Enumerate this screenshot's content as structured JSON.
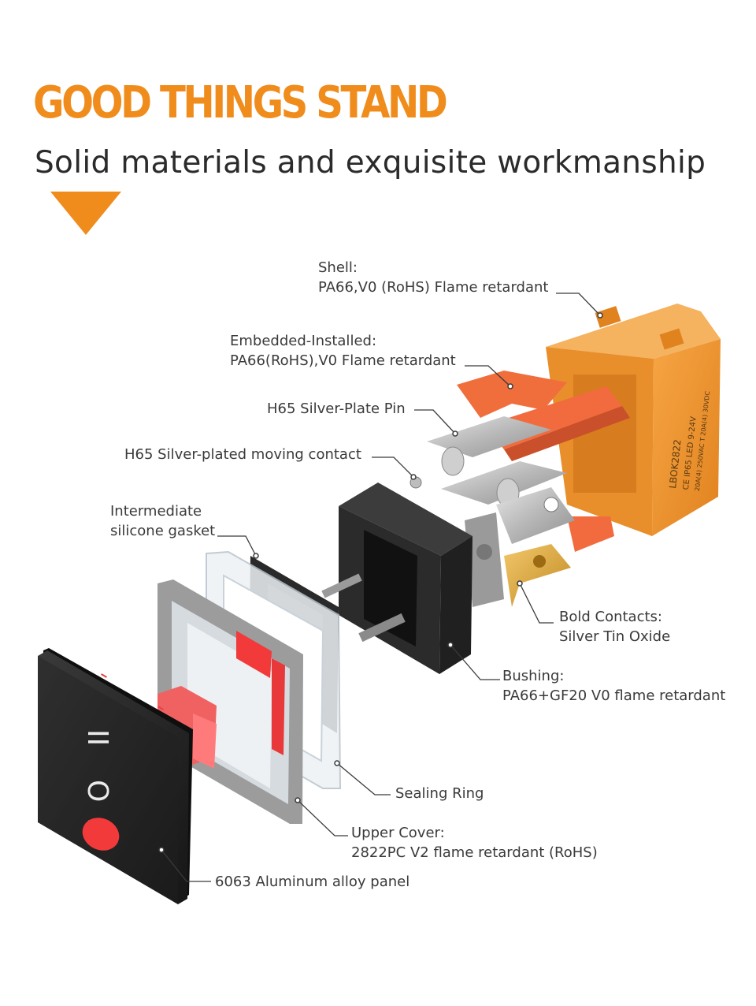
{
  "header": {
    "title": "GOOD THINGS STAND",
    "subtitle": "Solid materials and exquisite workmanship",
    "accent_color": "#f08c1c"
  },
  "switch_face": {
    "symbols": [
      "II",
      "O",
      "I"
    ]
  },
  "shell_print": {
    "line1": "LBOK2822",
    "line2": "CE IP65 LED 9-24V",
    "line3": "20A(4) 250VAC  T 20A(4) 30VDC"
  },
  "callouts": [
    {
      "id": "shell",
      "lines": [
        "Shell:",
        "PA66,V0 (RoHS) Flame retardant"
      ]
    },
    {
      "id": "embedded",
      "lines": [
        "Embedded-Installed:",
        "PA66(RoHS),V0 Flame retardant"
      ]
    },
    {
      "id": "pin",
      "lines": [
        "H65 Silver-Plate Pin"
      ]
    },
    {
      "id": "moving-contact",
      "lines": [
        "H65 Silver-plated moving contact"
      ]
    },
    {
      "id": "gasket",
      "lines": [
        "Intermediate",
        "silicone gasket"
      ]
    },
    {
      "id": "bold-contacts",
      "lines": [
        "Bold Contacts:",
        "Silver Tin Oxide"
      ]
    },
    {
      "id": "bushing",
      "lines": [
        "Bushing:",
        "PA66+GF20 V0 flame retardant"
      ]
    },
    {
      "id": "sealing-ring",
      "lines": [
        "Sealing Ring"
      ]
    },
    {
      "id": "upper-cover",
      "lines": [
        "Upper Cover:",
        "2822PC V2 flame retardant (RoHS)"
      ]
    },
    {
      "id": "panel",
      "lines": [
        "6063 Aluminum alloy panel"
      ]
    }
  ]
}
